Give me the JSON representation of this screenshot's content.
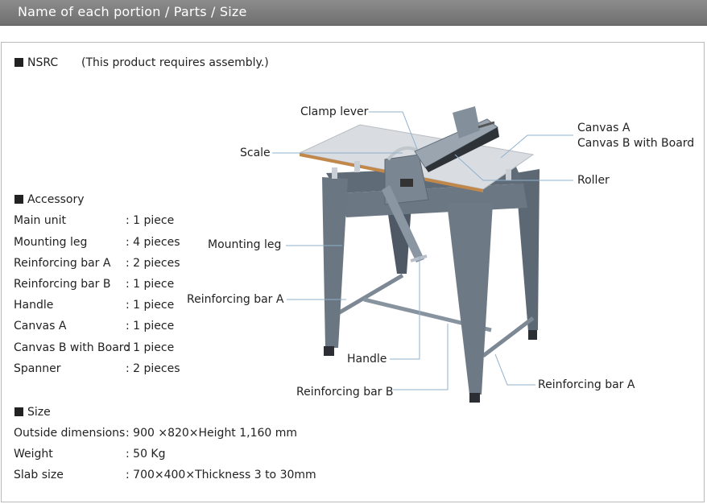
{
  "header": {
    "title": "Name of each portion / Parts / Size"
  },
  "model": {
    "name": "NSRC",
    "note": "(This product requires assembly.)"
  },
  "accessory": {
    "heading": "Accessory",
    "items": [
      {
        "name": "Main unit",
        "qty": ": 1 piece"
      },
      {
        "name": "Mounting leg",
        "qty": ": 4 pieces"
      },
      {
        "name": "Reinforcing bar A",
        "qty": ": 2 pieces"
      },
      {
        "name": "Reinforcing bar B",
        "qty": ": 1 piece"
      },
      {
        "name": "Handle",
        "qty": ": 1 piece"
      },
      {
        "name": "Canvas A",
        "qty": ": 1 piece"
      },
      {
        "name": "Canvas B with Board",
        "qty": ": 1 piece"
      },
      {
        "name": "Spanner",
        "qty": ": 2 pieces"
      }
    ]
  },
  "size": {
    "heading": "Size",
    "items": [
      {
        "name": "Outside dimensions",
        "value": ": 900 ×820×Height 1,160 mm"
      },
      {
        "name": "Weight",
        "value": ": 50 Kg"
      },
      {
        "name": "Slab size",
        "value": ": 700×400×Thickness 3 to 30mm"
      }
    ]
  },
  "callouts": {
    "clamp_lever": "Clamp lever",
    "scale": "Scale",
    "canvas_a": "Canvas A",
    "canvas_b": "Canvas B with Board",
    "roller": "Roller",
    "mounting_leg": "Mounting leg",
    "reinforcing_bar_a_left": "Reinforcing bar A",
    "handle": "Handle",
    "reinforcing_bar_b": "Reinforcing bar B",
    "reinforcing_bar_a_right": "Reinforcing bar A"
  }
}
